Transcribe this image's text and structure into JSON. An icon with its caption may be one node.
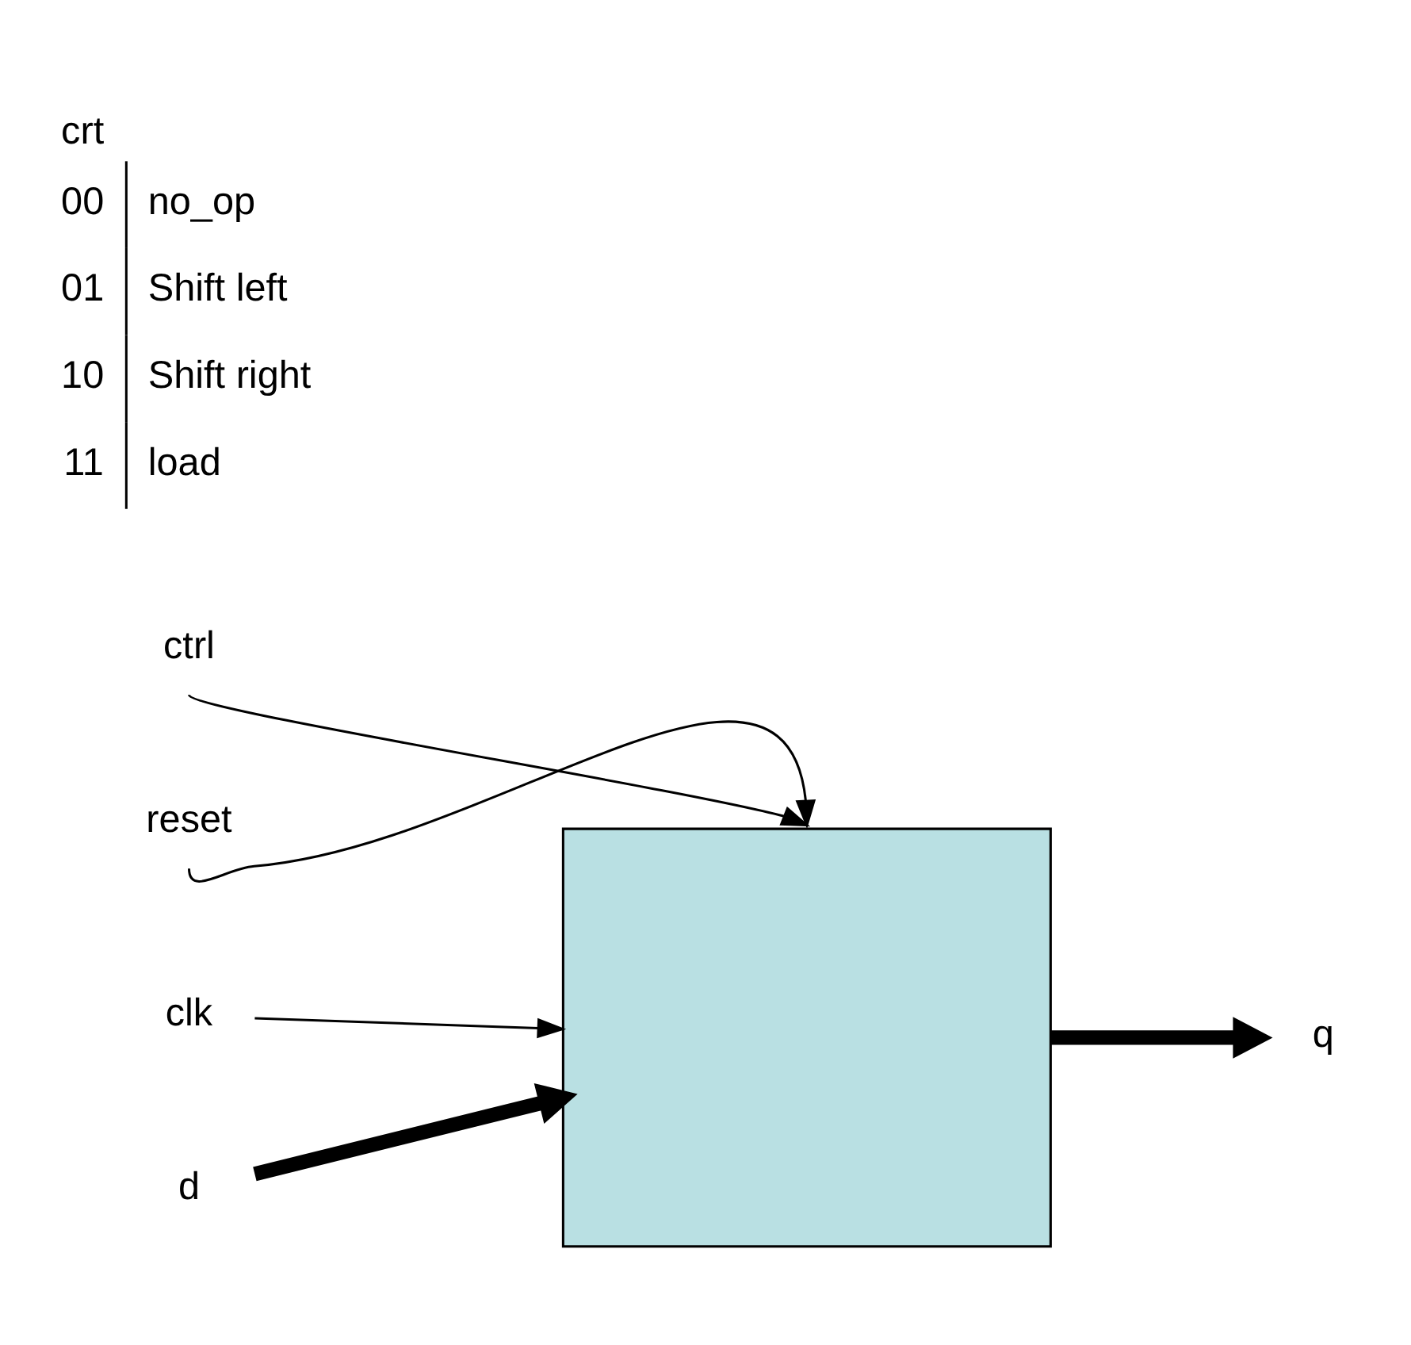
{
  "diagram": {
    "nodes": [
      {
        "text": [
          "clk"
        ]
      },
      {
        "text": [
          "d"
        ]
      },
      {
        "text": [
          "ctrl"
        ]
      },
      {
        "text": [
          "reset"
        ]
      },
      {
        "text": [],
        "shape": "box"
      },
      {
        "text": [
          "q"
        ]
      }
    ],
    "edges": [
      {
        "from": 0,
        "to": 4,
        "arrow": "to"
      },
      {
        "from": 1,
        "to": 4,
        "arrow": "to",
        "style": "thick"
      },
      {
        "from": 2,
        "to": 4,
        "arrow": "to"
      },
      {
        "from": 3,
        "to": 4,
        "arrow": "to"
      },
      {
        "from": 4,
        "to": 5,
        "arrow": "to",
        "style": "thick"
      }
    ],
    "labels": [
      "crt",
      "00",
      "no_op",
      "01",
      "Shift left",
      "10",
      "Shift right",
      "11",
      "load"
    ]
  }
}
